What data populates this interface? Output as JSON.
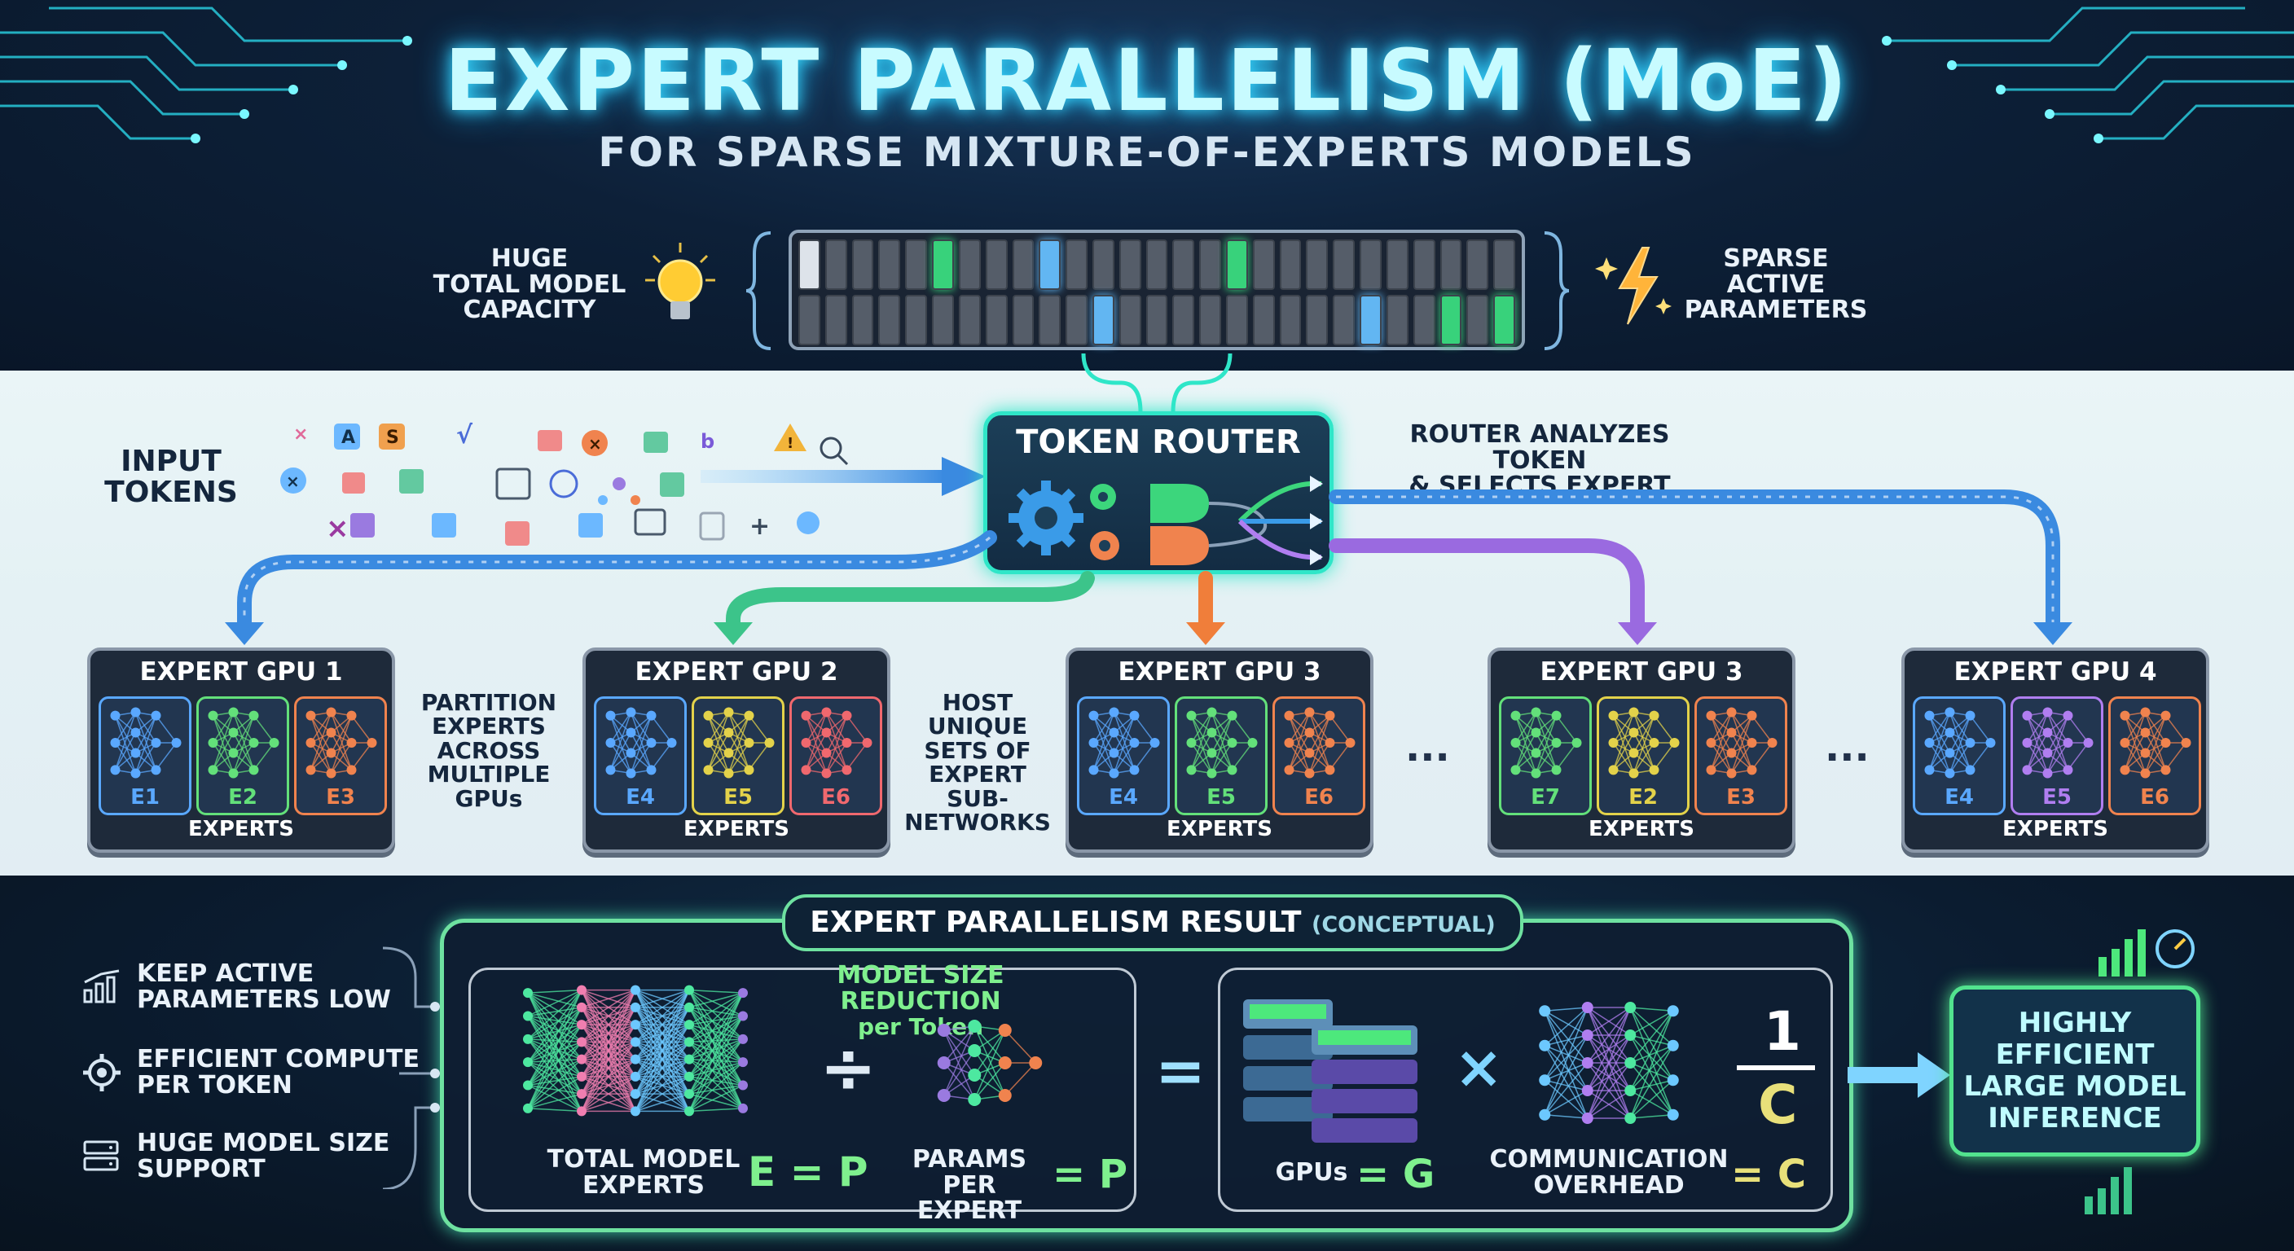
{
  "header": {
    "title": "EXPERT PARALLELISM (MoE)",
    "subtitle": "FOR SPARSE MIXTURE-OF-EXPERTS MODELS"
  },
  "capacity": {
    "left_label": "HUGE\nTOTAL MODEL\nCAPACITY",
    "right_label": "SPARSE\nACTIVE\nPARAMETERS",
    "row1": [
      "w",
      "",
      "",
      "",
      "",
      "g",
      "",
      "",
      "",
      "b",
      "",
      "",
      "",
      "",
      "",
      "",
      "g",
      "",
      "",
      "",
      "",
      "",
      "",
      "",
      "",
      "",
      ""
    ],
    "row2": [
      "",
      "",
      "",
      "",
      "",
      "",
      "",
      "",
      "",
      "",
      "",
      "b",
      "",
      "",
      "",
      "",
      "",
      "",
      "",
      "",
      "",
      "b",
      "",
      "",
      "g",
      "",
      "g"
    ]
  },
  "router": {
    "title": "TOKEN ROUTER",
    "note": "ROUTER ANALYZES TOKEN\n& SELECTS EXPERT",
    "input_label": "INPUT\nTOKENS"
  },
  "mid_labels": {
    "partition": "PARTITION\nEXPERTS\nACROSS\nMULTIPLE\nGPUs",
    "host": "HOST\nUNIQUE\nSETS OF\nEXPERT SUB-\nNETWORKS",
    "ellipsis": "..."
  },
  "gpus": [
    {
      "title": "EXPERT GPU 1",
      "footer": "EXPERTS",
      "experts": [
        {
          "label": "E1",
          "color": "#5aa8ff"
        },
        {
          "label": "E2",
          "color": "#63e07a"
        },
        {
          "label": "E3",
          "color": "#f0834e"
        }
      ]
    },
    {
      "title": "EXPERT GPU 2",
      "footer": "EXPERTS",
      "experts": [
        {
          "label": "E4",
          "color": "#5aa8ff"
        },
        {
          "label": "E5",
          "color": "#e3d24a"
        },
        {
          "label": "E6",
          "color": "#f0686e"
        }
      ]
    },
    {
      "title": "EXPERT GPU 3",
      "footer": "EXPERTS",
      "experts": [
        {
          "label": "E4",
          "color": "#5aa8ff"
        },
        {
          "label": "E5",
          "color": "#63e07a"
        },
        {
          "label": "E6",
          "color": "#f0834e"
        }
      ]
    },
    {
      "title": "EXPERT GPU 3",
      "footer": "EXPERTS",
      "experts": [
        {
          "label": "E7",
          "color": "#63e07a"
        },
        {
          "label": "E2",
          "color": "#e3d24a"
        },
        {
          "label": "E3",
          "color": "#f0834e"
        }
      ]
    },
    {
      "title": "EXPERT GPU 4",
      "footer": "EXPERTS",
      "experts": [
        {
          "label": "E4",
          "color": "#5aa8ff"
        },
        {
          "label": "E5",
          "color": "#b07ef0"
        },
        {
          "label": "E6",
          "color": "#f0834e"
        }
      ]
    }
  ],
  "result": {
    "title": "EXPERT PARALLELISM RESULT",
    "title_note": "(CONCEPTUAL)",
    "size_reduction": "MODEL SIZE REDUCTION",
    "per_token": "per Token",
    "total_experts": "TOTAL MODEL\nEXPERTS",
    "e_eq": "E = P",
    "params_per_expert": "PARAMS\nPER EXPERT",
    "p_eq": "= P",
    "gpus": "GPUs",
    "g_eq": "= G",
    "comm": "COMMUNICATION\nOVERHEAD",
    "c_eq": "= C",
    "frac_num": "1",
    "frac_den": "C",
    "divide": "÷",
    "equals": "=",
    "times": "×",
    "final": "HIGHLY\nEFFICIENT\nLARGE MODEL\nINFERENCE"
  },
  "side_list": [
    {
      "icon": "chart-icon",
      "text": "KEEP ACTIVE\nPARAMETERS LOW"
    },
    {
      "icon": "gear-icon",
      "text": "EFFICIENT COMPUTE\nPER TOKEN"
    },
    {
      "icon": "server-icon",
      "text": "HUGE MODEL SIZE\nSUPPORT"
    }
  ]
}
